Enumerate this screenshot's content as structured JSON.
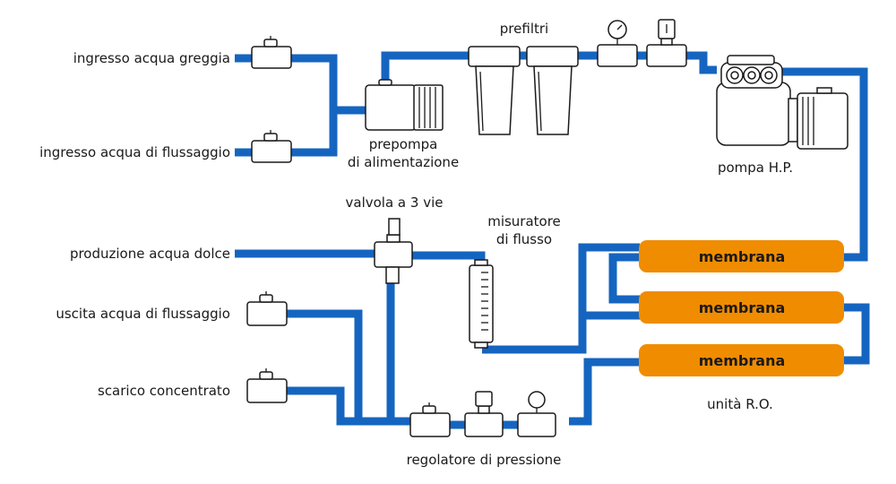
{
  "labels": {
    "ingresso_greggia": "ingresso acqua greggia",
    "ingresso_flussaggio": "ingresso acqua di flussaggio",
    "prepompa_line1": "prepompa",
    "prepompa_line2": "di alimentazione",
    "prefiltri": "prefiltri",
    "pompa_hp": "pompa H.P.",
    "valvola_3_vie": "valvola a 3 vie",
    "misuratore_line1": "misuratore",
    "misuratore_line2": "di flusso",
    "produzione_dolce": "produzione acqua dolce",
    "uscita_flussaggio": "uscita acqua di flussaggio",
    "scarico_concentrato": "scarico concentrato",
    "regolatore": "regolatore di pressione",
    "unita_ro": "unità R.O."
  },
  "membranes": [
    "membrana",
    "membrana",
    "membrana"
  ],
  "colors": {
    "pipe": "#1565c0",
    "membrane": "#f08c00",
    "outline": "#1a1a1a"
  }
}
